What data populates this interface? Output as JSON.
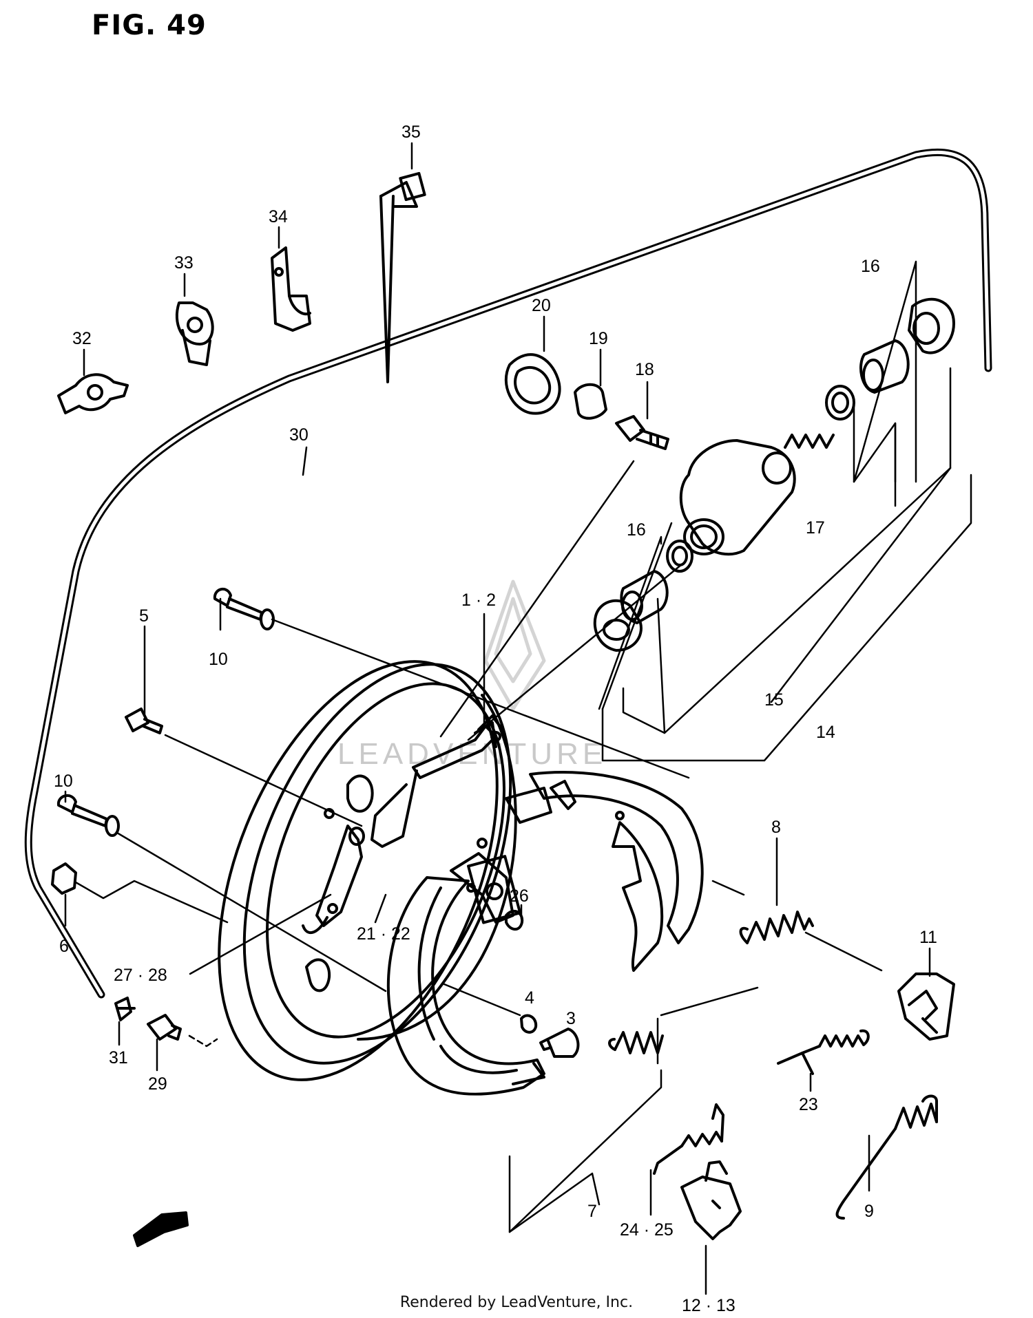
{
  "figure": {
    "title": "FIG. 49"
  },
  "credit": "Rendered by LeadVenture, Inc.",
  "watermark": "LEADVENTURE",
  "callouts": [
    {
      "id": "c35",
      "text": "35"
    },
    {
      "id": "c34",
      "text": "34"
    },
    {
      "id": "c33",
      "text": "33"
    },
    {
      "id": "c32",
      "text": "32"
    },
    {
      "id": "c30",
      "text": "30"
    },
    {
      "id": "c20",
      "text": "20"
    },
    {
      "id": "c19",
      "text": "19"
    },
    {
      "id": "c18",
      "text": "18"
    },
    {
      "id": "c16a",
      "text": "16"
    },
    {
      "id": "c17",
      "text": "17"
    },
    {
      "id": "c16b",
      "text": "16"
    },
    {
      "id": "c12",
      "text": "1 · 2"
    },
    {
      "id": "c10a",
      "text": "10"
    },
    {
      "id": "c5",
      "text": "5"
    },
    {
      "id": "c15",
      "text": "15"
    },
    {
      "id": "c14",
      "text": "14"
    },
    {
      "id": "c10b",
      "text": "10"
    },
    {
      "id": "c8",
      "text": "8"
    },
    {
      "id": "c6",
      "text": "6"
    },
    {
      "id": "c2122",
      "text": "21 · 22"
    },
    {
      "id": "c26",
      "text": "26"
    },
    {
      "id": "c11",
      "text": "11"
    },
    {
      "id": "c2728",
      "text": "27 · 28"
    },
    {
      "id": "c4",
      "text": "4"
    },
    {
      "id": "c3",
      "text": "3"
    },
    {
      "id": "c31",
      "text": "31"
    },
    {
      "id": "c29",
      "text": "29"
    },
    {
      "id": "c23",
      "text": "23"
    },
    {
      "id": "c7",
      "text": "7"
    },
    {
      "id": "c9",
      "text": "9"
    },
    {
      "id": "c2425",
      "text": "24 · 25"
    },
    {
      "id": "c1213",
      "text": "12 · 13"
    }
  ]
}
